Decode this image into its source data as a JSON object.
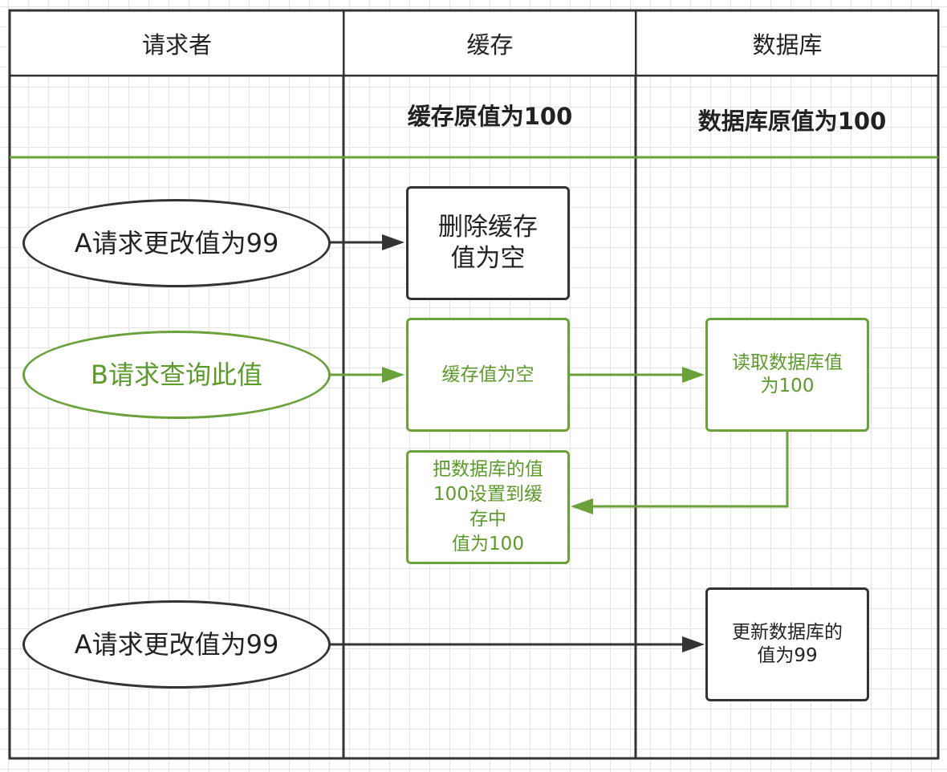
{
  "lanes": {
    "requester": "请求者",
    "cache": "缓存",
    "database": "数据库"
  },
  "initial_state": {
    "cache": "缓存原值为100",
    "database": "数据库原值为100"
  },
  "nodes": {
    "a_request_1": "A请求更改值为99",
    "delete_cache": "删除缓存\n值为空",
    "b_query": "B请求查询此值",
    "cache_empty": "缓存值为空",
    "read_db": "读取数据库值\n为100",
    "write_cache": "把数据库的值\n100设置到缓\n存中\n值为100",
    "a_request_2": "A请求更改值为99",
    "update_db": "更新数据库的\n值为99"
  },
  "colors": {
    "black_stroke": "#333333",
    "green_stroke": "#6aa13a",
    "green_text": "#5c9a2c",
    "grid": "#e4e4e4"
  }
}
